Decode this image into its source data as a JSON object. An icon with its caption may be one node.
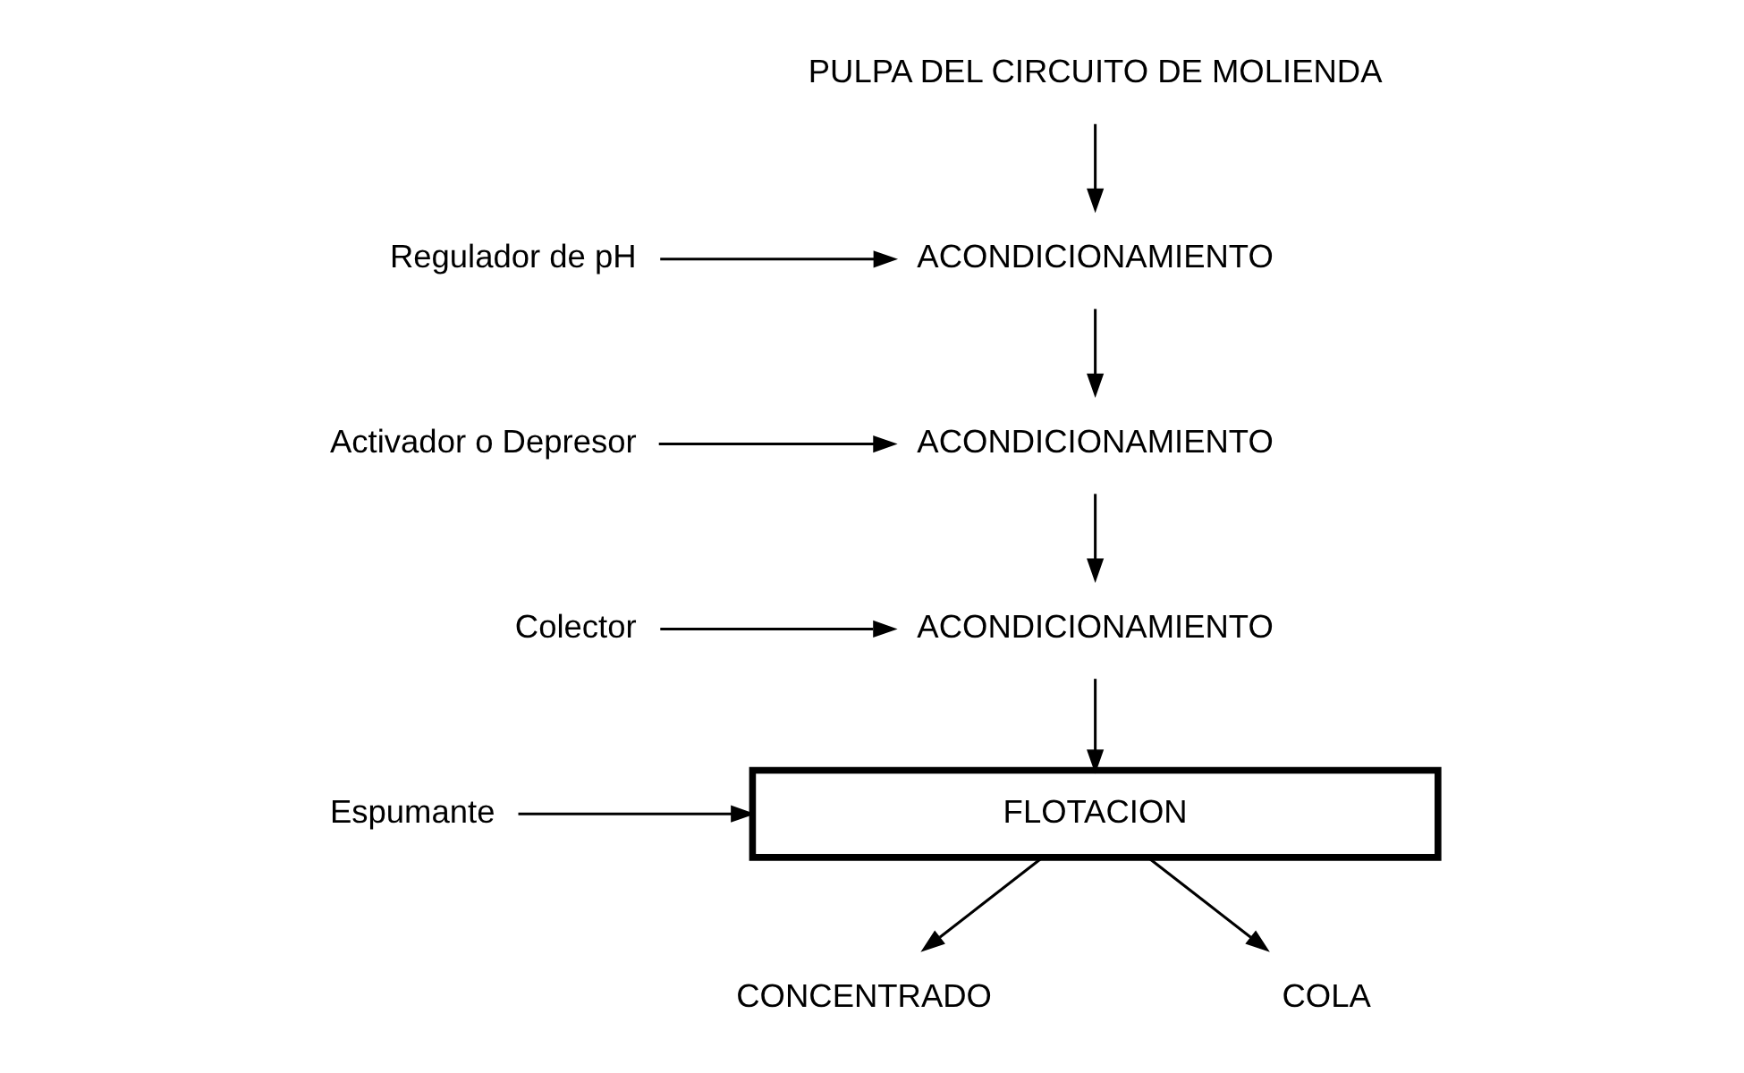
{
  "diagram": {
    "nodes": [
      {
        "text": [
          "PULPA DEL CIRCUITO DE MOLIENDA"
        ]
      },
      {
        "text": [
          "Regulador de pH"
        ]
      },
      {
        "text": [
          "ACONDICIONAMIENTO"
        ]
      },
      {
        "text": [
          "Activador o Depresor"
        ]
      },
      {
        "text": [
          "ACONDICIONAMIENTO"
        ]
      },
      {
        "text": [
          "Colector"
        ]
      },
      {
        "text": [
          "ACONDICIONAMIENTO"
        ]
      },
      {
        "text": [
          "Espumante"
        ]
      },
      {
        "text": [
          "FLOTACION"
        ]
      },
      {
        "text": [
          "CONCENTRADO"
        ]
      },
      {
        "text": [
          "COLA"
        ]
      }
    ],
    "edges": [
      {
        "from": 0,
        "to": 2,
        "arrow": "to"
      },
      {
        "from": 1,
        "to": 2,
        "arrow": "to"
      },
      {
        "from": 2,
        "to": 4,
        "arrow": "to"
      },
      {
        "from": 3,
        "to": 4,
        "arrow": "to"
      },
      {
        "from": 4,
        "to": 6,
        "arrow": "to"
      },
      {
        "from": 5,
        "to": 6,
        "arrow": "to"
      },
      {
        "from": 6,
        "to": 8,
        "arrow": "to"
      },
      {
        "from": 7,
        "to": 8,
        "arrow": "to"
      },
      {
        "from": 8,
        "to": 9,
        "arrow": "to"
      },
      {
        "from": 8,
        "to": 10,
        "arrow": "to"
      }
    ]
  }
}
